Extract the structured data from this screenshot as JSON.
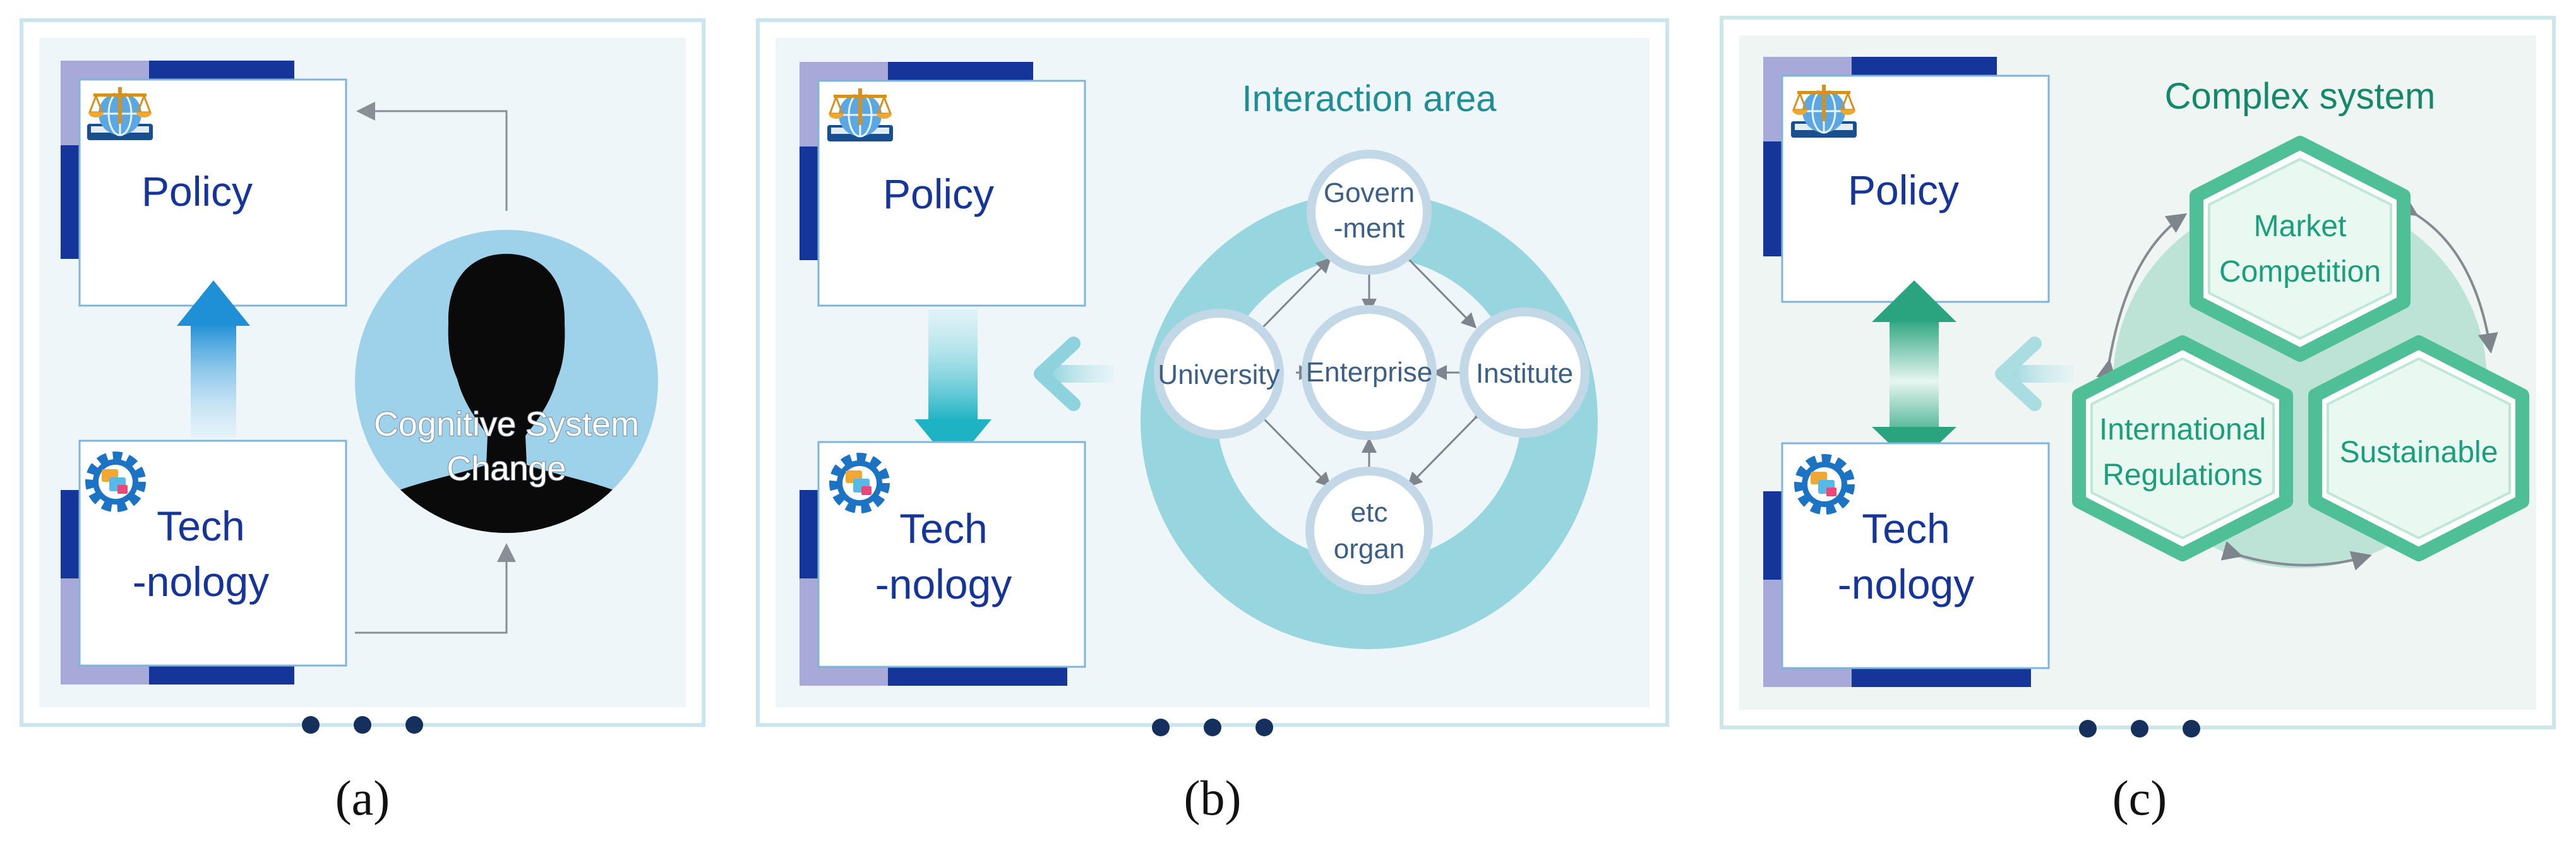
{
  "panel_a": {
    "policy_label": "Policy",
    "tech_label_1": "Tech",
    "tech_label_2": "-nology",
    "person_text_1": "Cognitive System",
    "person_text_2": "Change",
    "caption": "(a)"
  },
  "panel_b": {
    "title": "Interaction area",
    "policy_label": "Policy",
    "tech_label_1": "Tech",
    "tech_label_2": "-nology",
    "government_1": "Govern",
    "government_2": "-ment",
    "university": "University",
    "enterprise": "Enterprise",
    "institute": "Institute",
    "etc_1": "etc",
    "etc_2": "organ",
    "caption": "(b)"
  },
  "panel_c": {
    "title": "Complex system",
    "policy_label": "Policy",
    "tech_label_1": "Tech",
    "tech_label_2": "-nology",
    "market_1": "Market",
    "market_2": "Competition",
    "intl_1": "International",
    "intl_2": "Regulations",
    "sustainable": "Sustainable",
    "caption": "(c)"
  },
  "colors": {
    "navy": "#16359a",
    "lavender": "#a7a9d8",
    "teal_b": "#97d6df",
    "teal_title": "#1f8f96",
    "green_c": "#33b08a",
    "green_title": "#14886a",
    "panel_bg": "#eef6fa",
    "panel_border": "#c9e6ee"
  },
  "icons": [
    "balance-scale-book-icon",
    "gear-document-icon",
    "person-silhouette-icon"
  ]
}
